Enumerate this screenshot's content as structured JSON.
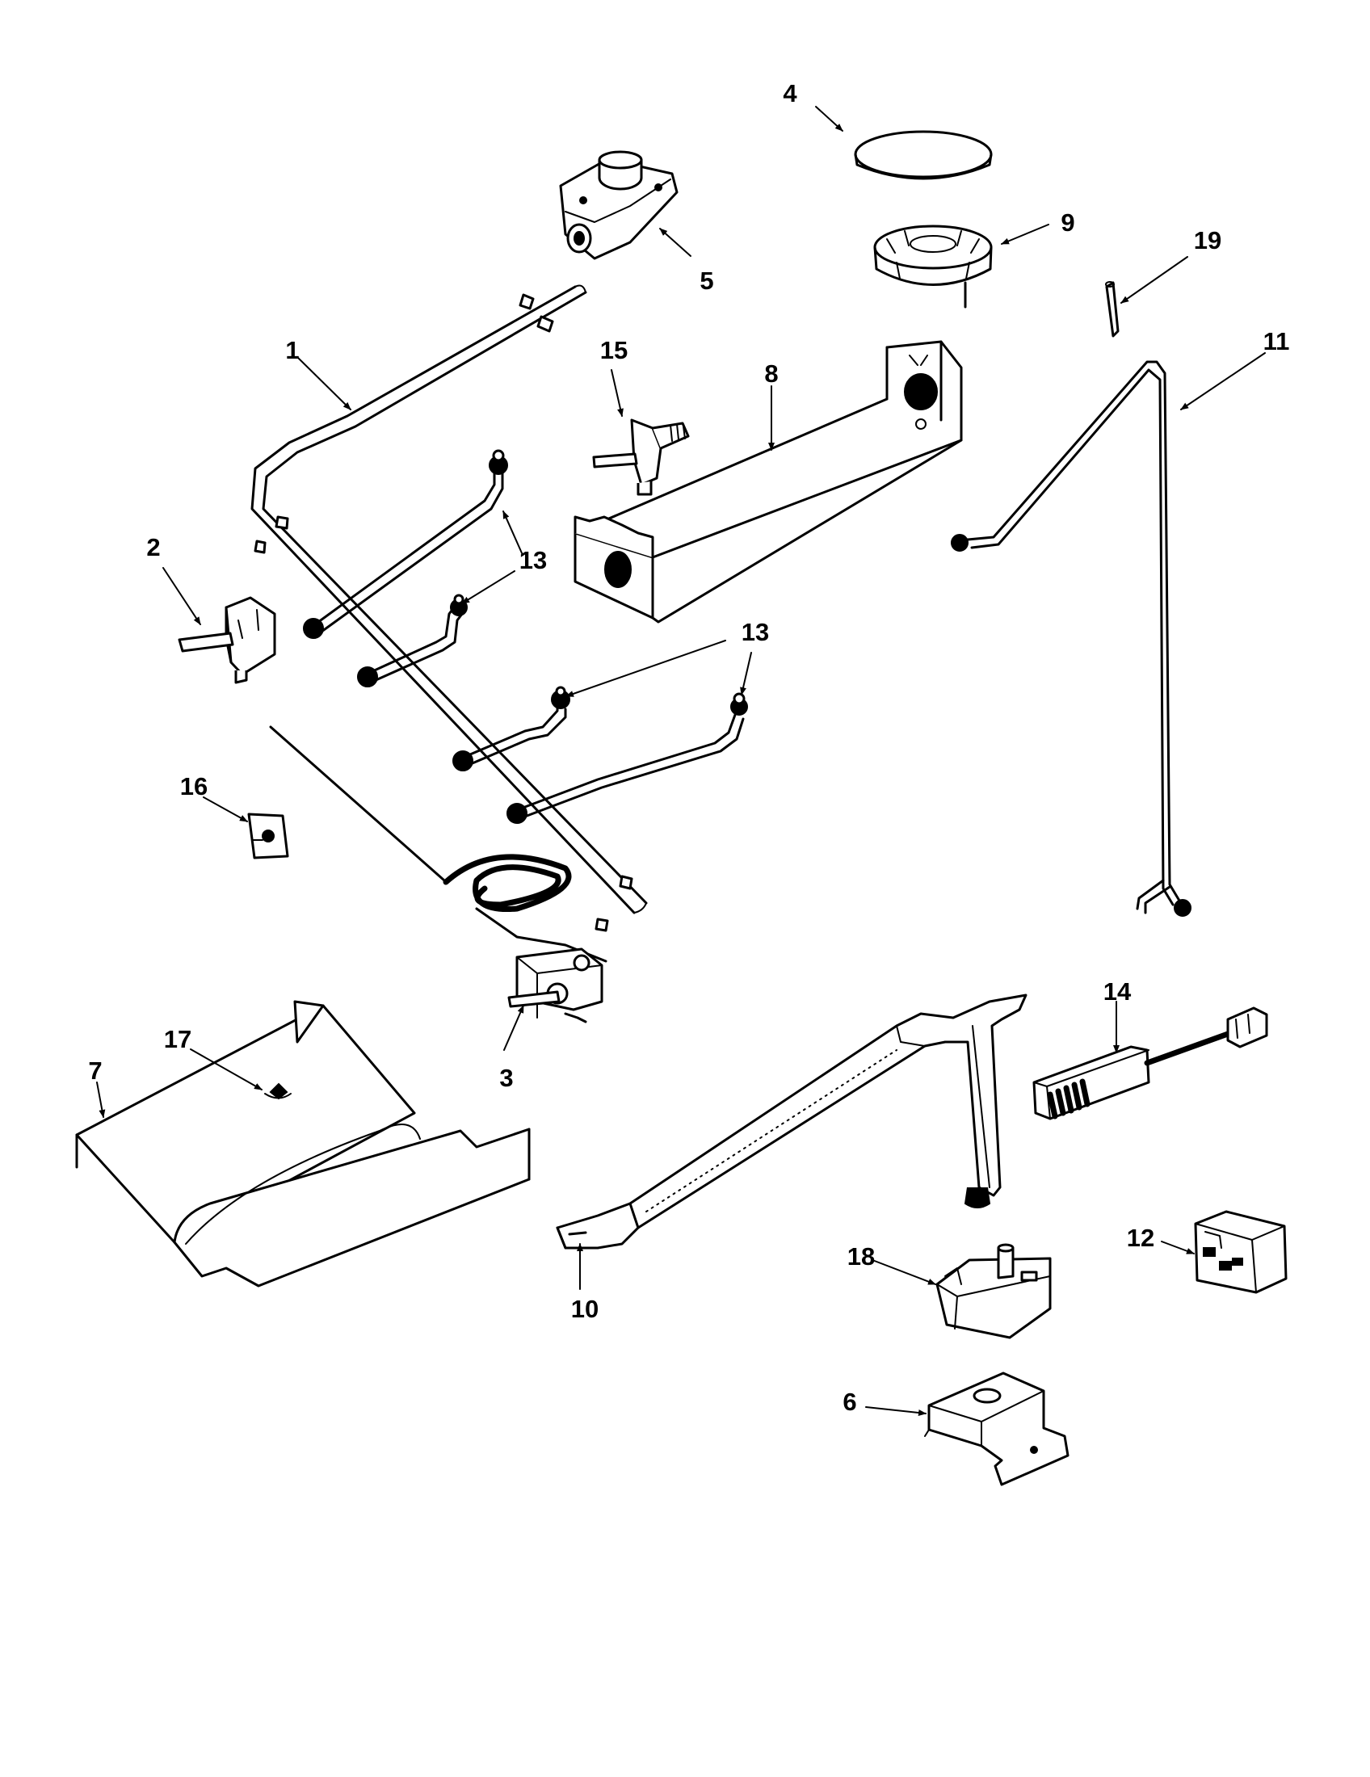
{
  "labels": {
    "p1": "1",
    "p2": "2",
    "p3": "3",
    "p4": "4",
    "p5": "5",
    "p6": "6",
    "p7": "7",
    "p8": "8",
    "p9": "9",
    "p10": "10",
    "p11": "11",
    "p12": "12",
    "p13a": "13",
    "p13b": "13",
    "p14": "14",
    "p15": "15",
    "p16": "16",
    "p17": "17",
    "p18": "18",
    "p19": "19"
  }
}
